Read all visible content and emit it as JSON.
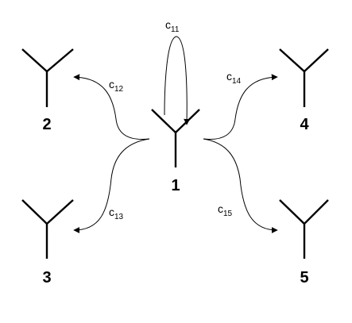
{
  "nodes": [
    {
      "id": "node-1",
      "label": "1"
    },
    {
      "id": "node-2",
      "label": "2"
    },
    {
      "id": "node-3",
      "label": "3"
    },
    {
      "id": "node-4",
      "label": "4"
    },
    {
      "id": "node-5",
      "label": "5"
    }
  ],
  "edges": [
    {
      "id": "edge-c11",
      "from": "1",
      "to": "1",
      "label_main": "c",
      "label_sub": "11"
    },
    {
      "id": "edge-c12",
      "from": "1",
      "to": "2",
      "label_main": "c",
      "label_sub": "12"
    },
    {
      "id": "edge-c13",
      "from": "1",
      "to": "3",
      "label_main": "c",
      "label_sub": "13"
    },
    {
      "id": "edge-c14",
      "from": "1",
      "to": "4",
      "label_main": "c",
      "label_sub": "14"
    },
    {
      "id": "edge-c15",
      "from": "1",
      "to": "5",
      "label_main": "c",
      "label_sub": "15"
    }
  ],
  "colors": {
    "stroke": "#000000",
    "background": "#ffffff"
  }
}
